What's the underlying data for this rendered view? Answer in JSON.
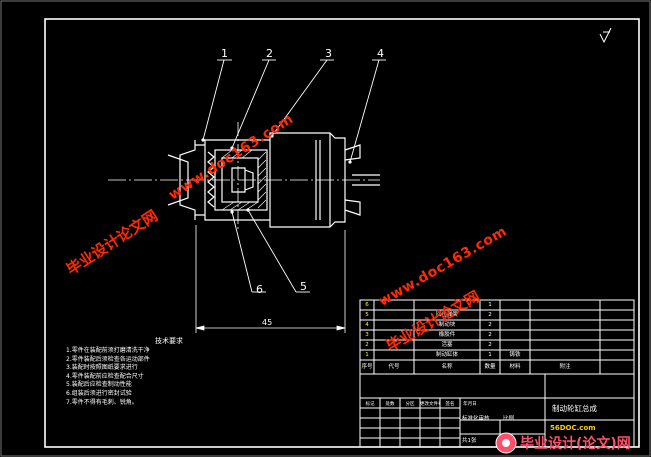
{
  "balloons": [
    "1",
    "2",
    "3",
    "4",
    "5",
    "6"
  ],
  "dimension": "45",
  "tech_req": {
    "title": "技术要求",
    "lines": [
      "1.零件在装配前须打磨清洗干净",
      "2.零件装配后须检查各运动部件",
      "3.装配时按照图纸要求进行",
      "4.零件装配前应检查配合尺寸",
      "5.装配后应检查制动性能",
      "6.组装后须进行密封试验",
      "7.零件不得有毛刺、锐角。"
    ]
  },
  "bom_rows": [
    {
      "no": "6",
      "code": "",
      "name": "",
      "qty": "1",
      "material": "",
      "note": ""
    },
    {
      "no": "5",
      "code": "",
      "name": "回位弹簧",
      "qty": "2",
      "material": "",
      "note": ""
    },
    {
      "no": "4",
      "code": "",
      "name": "制动块",
      "qty": "2",
      "material": "",
      "note": ""
    },
    {
      "no": "3",
      "code": "",
      "name": "橡胶件",
      "qty": "2",
      "material": "",
      "note": ""
    },
    {
      "no": "2",
      "code": "",
      "name": "活塞",
      "qty": "2",
      "material": "",
      "note": ""
    },
    {
      "no": "1",
      "code": "",
      "name": "制动缸体",
      "qty": "1",
      "material": "铸铁",
      "note": ""
    }
  ],
  "bom_header": [
    "序号",
    "代号",
    "名称",
    "数量",
    "材料",
    "附注"
  ],
  "title_block": {
    "drawing_title": "制动轮缸总成",
    "label_material": "标准化审核",
    "label_scale": "比例",
    "label_sheet": "共1张",
    "col_heads": [
      "标记",
      "处数",
      "分区",
      "更改文件号",
      "签名",
      "年月日"
    ]
  },
  "watermarks": {
    "site": "www.doc163.com",
    "brand": "毕业设计论文网",
    "brand_bottom": "毕业设计(论文)网",
    "corner_code": "56DOC.com"
  },
  "colors": {
    "background": "#000000",
    "lines": "#ffffff",
    "watermark": "#ff2a00",
    "watermark_brand": "#ff4f6a",
    "bom_highlight": "#ffff00"
  }
}
